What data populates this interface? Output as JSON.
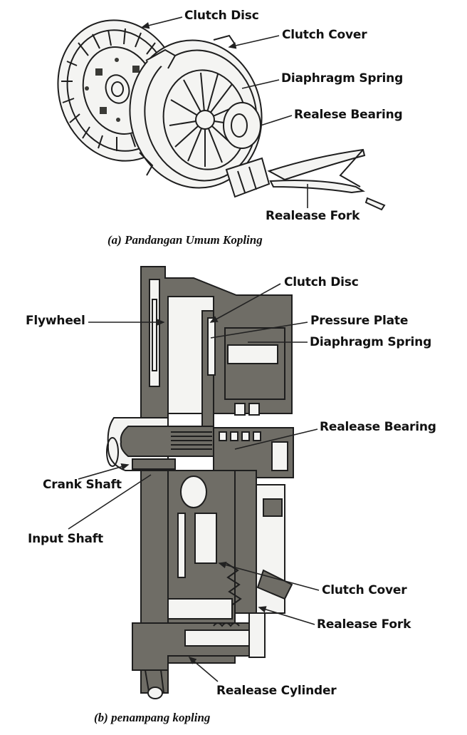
{
  "figure_a": {
    "caption": "(a) Pandangan Umum Kopling",
    "labels": {
      "clutch_disc": "Clutch Disc",
      "clutch_cover": "Clutch Cover",
      "diaphragm_spring": "Diaphragm Spring",
      "release_bearing": "Realese Bearing",
      "release_fork": "Realease Fork"
    }
  },
  "figure_b": {
    "caption": "(b) penampang kopling",
    "labels": {
      "clutch_disc": "Clutch Disc",
      "flywheel": "Flywheel",
      "pressure_plate": "Pressure Plate",
      "diaphragm_spring": "Diaphragm Spring",
      "release_bearing": "Realease Bearing",
      "crank_shaft": "Crank Shaft",
      "input_shaft": "Input Shaft",
      "clutch_cover": "Clutch Cover",
      "release_fork": "Realease Fork",
      "release_cylinder": "Realease Cylinder"
    }
  }
}
